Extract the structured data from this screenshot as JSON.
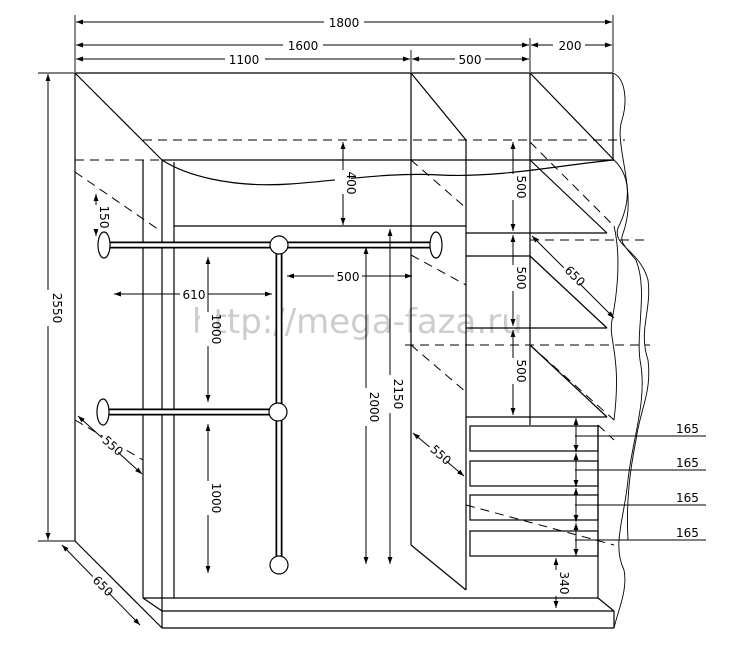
{
  "dimensions": {
    "total_width": "1800",
    "width_1600": "1600",
    "width_1100": "1100",
    "width_500_top": "500",
    "width_200": "200",
    "height_2550": "2550",
    "height_2150": "2150",
    "height_2000": "2000",
    "depth_650_bottom": "650",
    "depth_650_shelf": "650",
    "depth_550_left": "550",
    "depth_550_right": "550",
    "gap_400": "400",
    "gap_150": "150",
    "rail_610": "610",
    "rail_500": "500",
    "hang_1000_upper": "1000",
    "hang_1000_lower": "1000",
    "shelf_500_1": "500",
    "shelf_500_2": "500",
    "shelf_500_3": "500",
    "drawer_165_1": "165",
    "drawer_165_2": "165",
    "drawer_165_3": "165",
    "drawer_165_4": "165",
    "plinth_340": "340"
  },
  "watermark": "http://mega-faza.ru"
}
